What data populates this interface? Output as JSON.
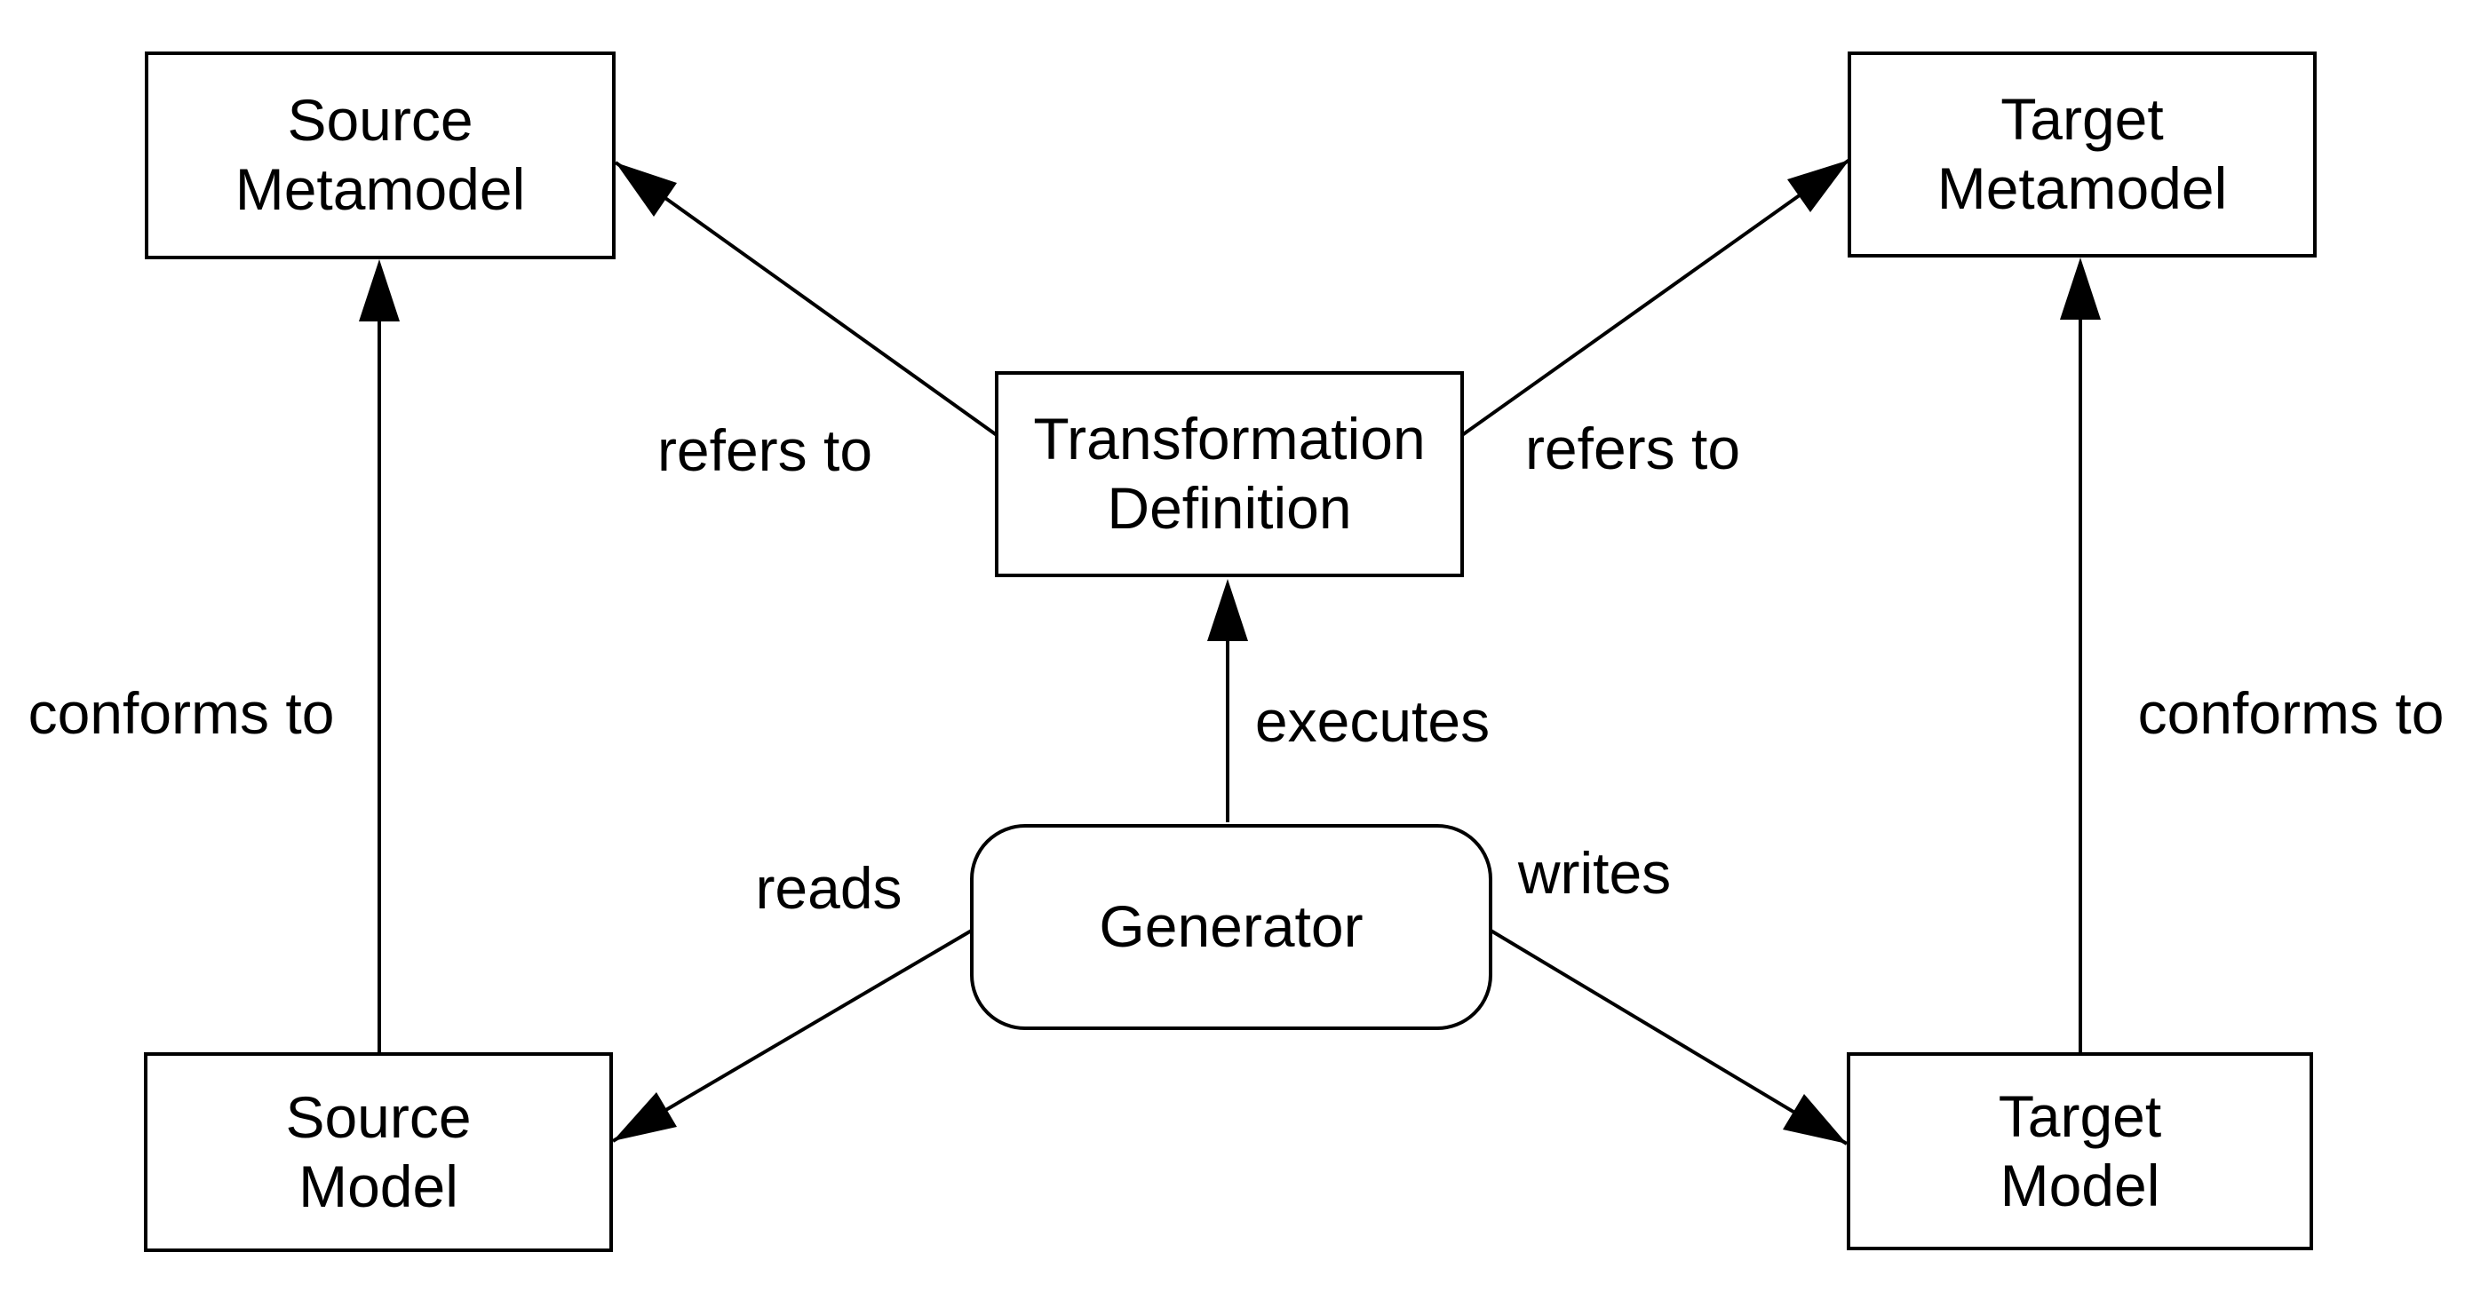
{
  "colors": {
    "line": "#000000",
    "text": "#000000",
    "node_fill": "#ffffff",
    "background": "#ffffff"
  },
  "nodes": {
    "source_metamodel": {
      "label": "Source\nMetamodel",
      "shape": "rectangle"
    },
    "target_metamodel": {
      "label": "Target\nMetamodel",
      "shape": "rectangle"
    },
    "transformation_definition": {
      "label": "Transformation\nDefinition",
      "shape": "rectangle"
    },
    "generator": {
      "label": "Generator",
      "shape": "rounded-rectangle"
    },
    "source_model": {
      "label": "Source\nModel",
      "shape": "rectangle"
    },
    "target_model": {
      "label": "Target\nModel",
      "shape": "rectangle"
    }
  },
  "edges": {
    "refers_to_left": {
      "label": "refers to",
      "from": "transformation_definition",
      "to": "source_metamodel",
      "arrowhead": "filled-triangle"
    },
    "refers_to_right": {
      "label": "refers to",
      "from": "transformation_definition",
      "to": "target_metamodel",
      "arrowhead": "filled-triangle"
    },
    "executes": {
      "label": "executes",
      "from": "generator",
      "to": "transformation_definition",
      "arrowhead": "filled-triangle"
    },
    "reads": {
      "label": "reads",
      "from": "generator",
      "to": "source_model",
      "arrowhead": "filled-triangle"
    },
    "writes": {
      "label": "writes",
      "from": "generator",
      "to": "target_model",
      "arrowhead": "filled-triangle"
    },
    "conforms_to_left": {
      "label": "conforms to",
      "from": "source_model",
      "to": "source_metamodel",
      "arrowhead": "filled-triangle"
    },
    "conforms_to_right": {
      "label": "conforms to",
      "from": "target_model",
      "to": "target_metamodel",
      "arrowhead": "filled-triangle"
    }
  }
}
